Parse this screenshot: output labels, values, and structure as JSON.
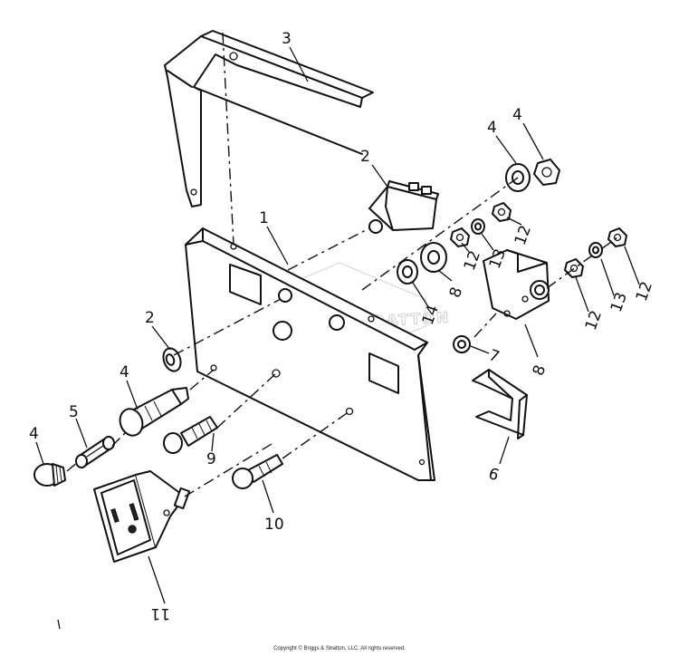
{
  "diagram": {
    "callouts": [
      {
        "id": "c1",
        "text": "1"
      },
      {
        "id": "c2a",
        "text": "2"
      },
      {
        "id": "c2b",
        "text": "2"
      },
      {
        "id": "c3",
        "text": "3"
      },
      {
        "id": "c4a",
        "text": "4"
      },
      {
        "id": "c4b",
        "text": "4"
      },
      {
        "id": "c4c",
        "text": "4"
      },
      {
        "id": "c4d",
        "text": "4"
      },
      {
        "id": "c5",
        "text": "5"
      },
      {
        "id": "c6",
        "text": "6"
      },
      {
        "id": "c7",
        "text": "7"
      },
      {
        "id": "c8a",
        "text": "8"
      },
      {
        "id": "c8b",
        "text": "8"
      },
      {
        "id": "c9",
        "text": "9"
      },
      {
        "id": "c10",
        "text": "10"
      },
      {
        "id": "c11",
        "text": "11"
      },
      {
        "id": "c12a",
        "text": "12"
      },
      {
        "id": "c12b",
        "text": "12"
      },
      {
        "id": "c12c",
        "text": "12"
      },
      {
        "id": "c12d",
        "text": "12"
      },
      {
        "id": "c13a",
        "text": "13"
      },
      {
        "id": "c13b",
        "text": "13"
      },
      {
        "id": "c14",
        "text": "14"
      }
    ],
    "watermark": "BRIGGS&STRATTON"
  },
  "footer": {
    "copyright": "Copyright © Briggs & Stratton, LLC. All rights reserved."
  }
}
